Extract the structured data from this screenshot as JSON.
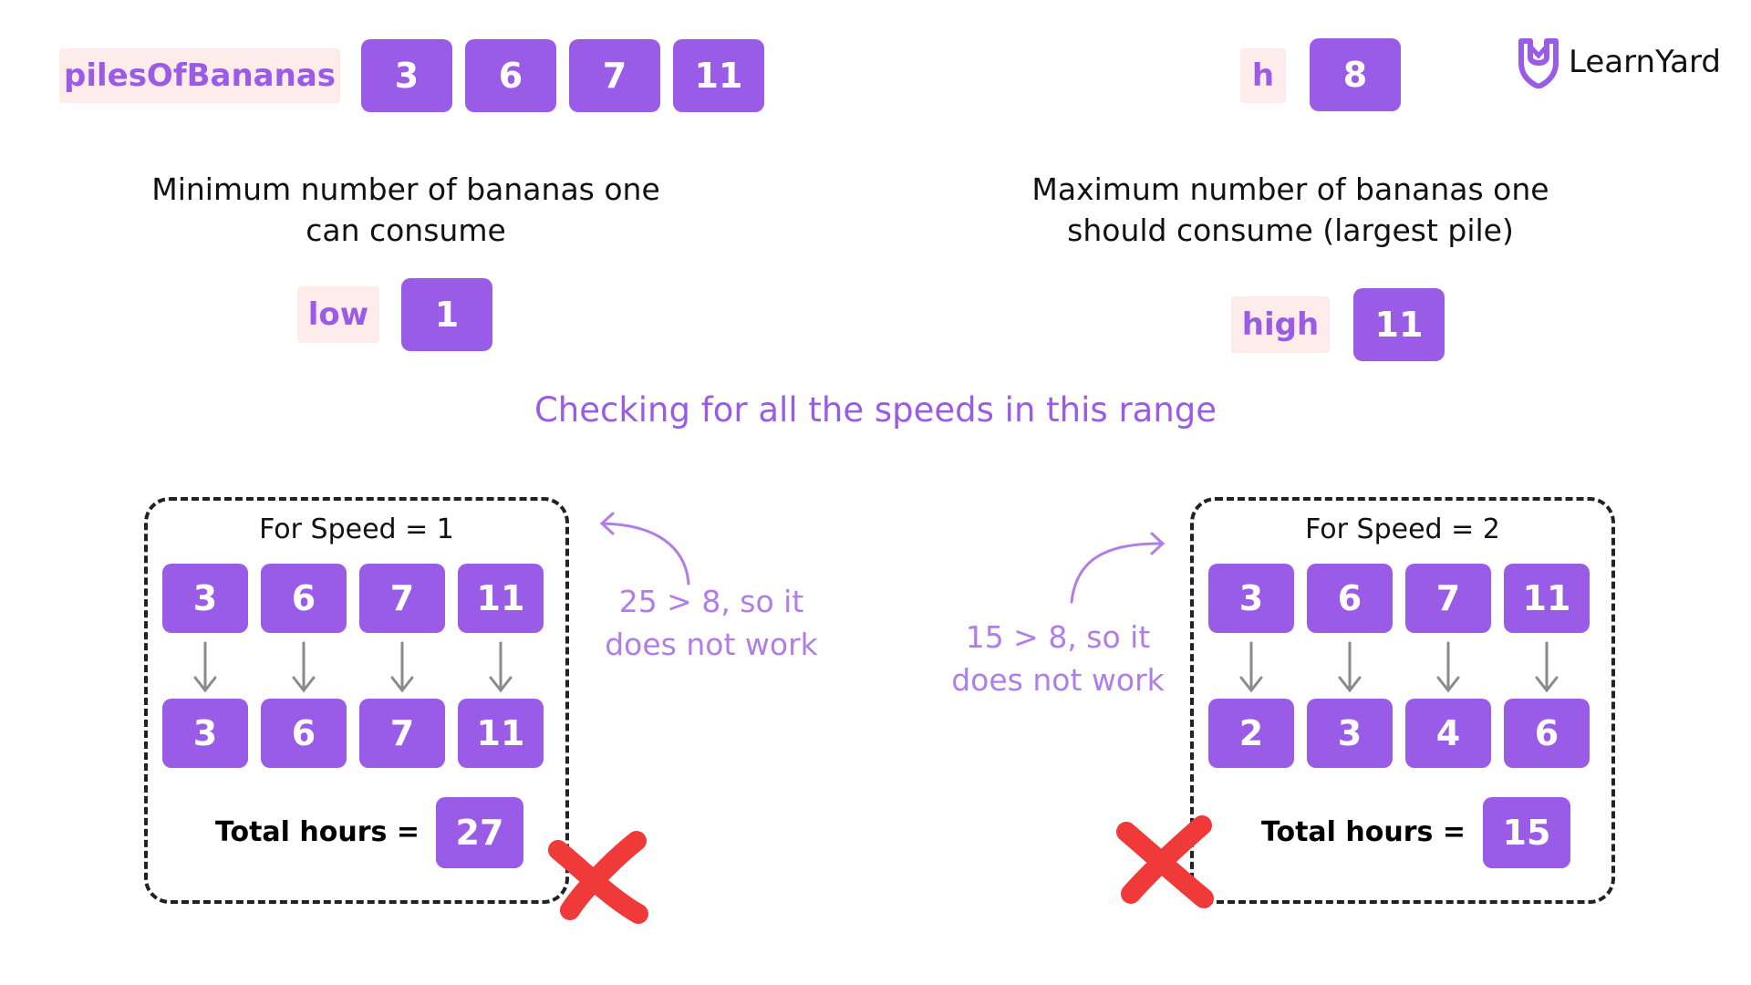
{
  "header": {
    "piles_label": "pilesOfBananas",
    "piles": [
      "3",
      "6",
      "7",
      "11"
    ],
    "h_label": "h",
    "h_value": "8"
  },
  "logo": {
    "name": "LearnYard",
    "icon": "learnyard-logo-icon",
    "color": "#9a5ce6"
  },
  "low": {
    "description": "Minimum number of bananas one can consume",
    "label": "low",
    "value": "1"
  },
  "high": {
    "description": "Maximum number of bananas one should consume (largest pile)",
    "label": "high",
    "value": "11"
  },
  "range_caption": "Checking for all the speeds in this range",
  "panel_left": {
    "title": "For Speed = 1",
    "piles": [
      "3",
      "6",
      "7",
      "11"
    ],
    "hours": [
      "3",
      "6",
      "7",
      "11"
    ],
    "total_label": "Total hours =",
    "total_value": "27",
    "note": "25 > 8, so it does not work",
    "status_icon": "red-cross-icon"
  },
  "panel_right": {
    "title": "For Speed = 2",
    "piles": [
      "3",
      "6",
      "7",
      "11"
    ],
    "hours": [
      "2",
      "3",
      "4",
      "6"
    ],
    "total_label": "Total hours =",
    "total_value": "15",
    "note": "15 > 8, so it does not work",
    "status_icon": "red-cross-icon"
  },
  "colors": {
    "accent": "#9a5ce6",
    "tag_bg": "#fdecea",
    "note_text": "#b07ee8",
    "cross": "#f03a3a",
    "arrow_down": "#8a8a8a"
  }
}
